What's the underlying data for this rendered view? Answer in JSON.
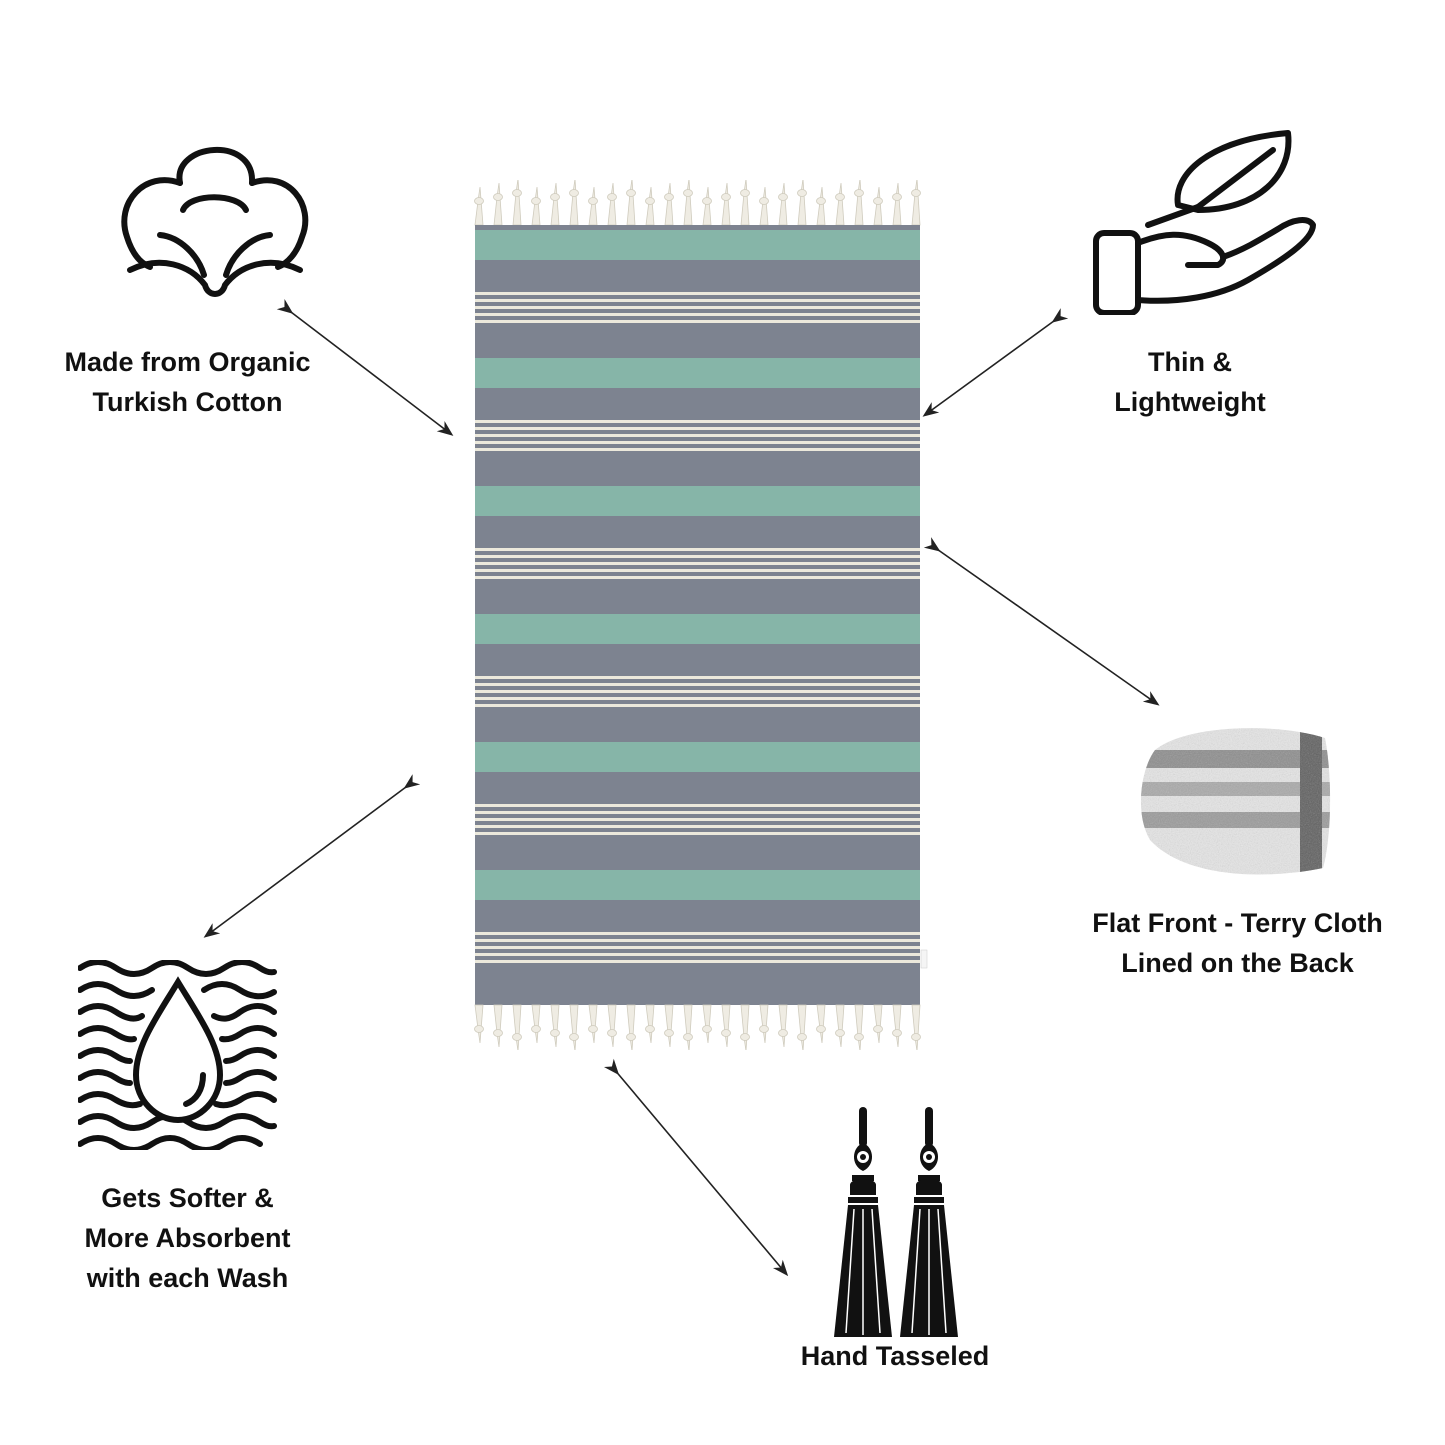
{
  "features": {
    "cotton": {
      "icon": "cotton-boll-icon",
      "lines": [
        "Made from Organic",
        "Turkish Cotton"
      ]
    },
    "lightweight": {
      "icon": "hand-leaf-icon",
      "lines": [
        "Thin &",
        "Lightweight"
      ]
    },
    "terry": {
      "icon": "terry-cloth-swatch",
      "lines": [
        "Flat Front  - Terry Cloth",
        "Lined on the Back"
      ]
    },
    "absorbent": {
      "icon": "water-drop-waves-icon",
      "lines": [
        "Gets Softer &",
        "More Absorbent",
        "with each Wash"
      ]
    },
    "tassels": {
      "icon": "tassels-icon",
      "lines": [
        "Hand Tasseled"
      ]
    }
  },
  "towel": {
    "colors": {
      "teal": "#86b5a8",
      "slate": "#7d8390",
      "cream": "#ece9dc",
      "fringe": "#efece3"
    }
  }
}
